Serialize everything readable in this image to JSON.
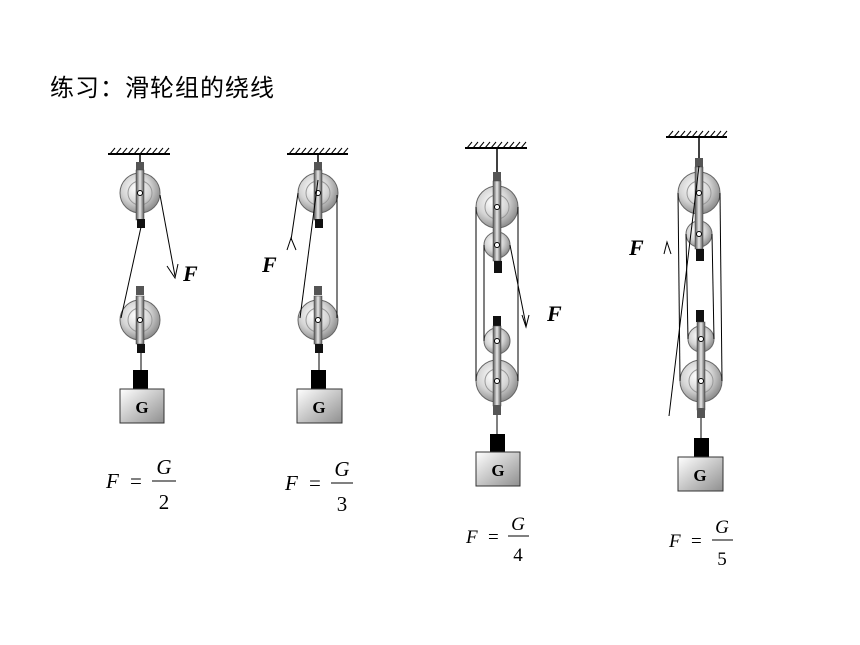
{
  "title": "练习：滑轮组的绕线",
  "force_symbol": "F",
  "weight_symbol": "G",
  "systems": [
    {
      "label": "F",
      "weight": "G",
      "formula": {
        "lhs": "F",
        "eq": "=",
        "num": "G",
        "den": "2"
      }
    },
    {
      "label": "F",
      "weight": "G",
      "formula": {
        "lhs": "F",
        "eq": "=",
        "num": "G",
        "den": "3"
      }
    },
    {
      "label": "F",
      "weight": "G",
      "formula": {
        "lhs": "F",
        "eq": "=",
        "num": "G",
        "den": "4"
      }
    },
    {
      "label": "F",
      "weight": "G",
      "formula": {
        "lhs": "F",
        "eq": "=",
        "num": "G",
        "den": "5"
      }
    }
  ],
  "colors": {
    "pulley_light": "#f2f2f2",
    "pulley_dark": "#8a8a8a",
    "rope": "#000000",
    "weight_light": "#ffffff",
    "weight_dark": "#8f8f8f"
  }
}
